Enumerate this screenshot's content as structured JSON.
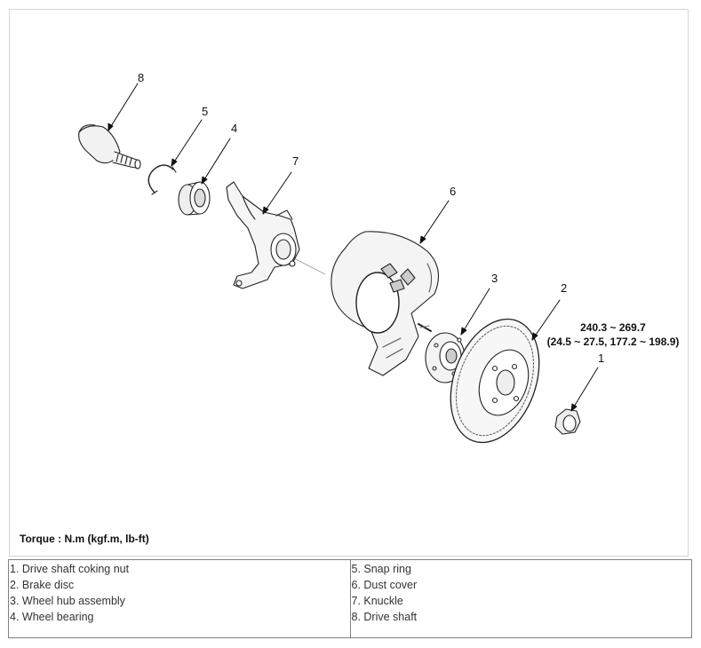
{
  "callouts": [
    "1",
    "2",
    "3",
    "4",
    "5",
    "6",
    "7",
    "8"
  ],
  "torque": {
    "value_nm": "240.3 ~ 269.7",
    "value_alt": "(24.5 ~ 27.5, 177.2 ~ 198.9)",
    "units_note": "Torque : N.m (kgf.m, lb-ft)"
  },
  "legend": {
    "left": [
      "1. Drive shaft coking nut",
      "2. Brake disc",
      "3. Wheel hub assembly",
      "4. Wheel bearing"
    ],
    "right": [
      "5. Snap ring",
      "6. Dust cover",
      "7. Knuckle",
      "8. Drive shaft"
    ]
  }
}
